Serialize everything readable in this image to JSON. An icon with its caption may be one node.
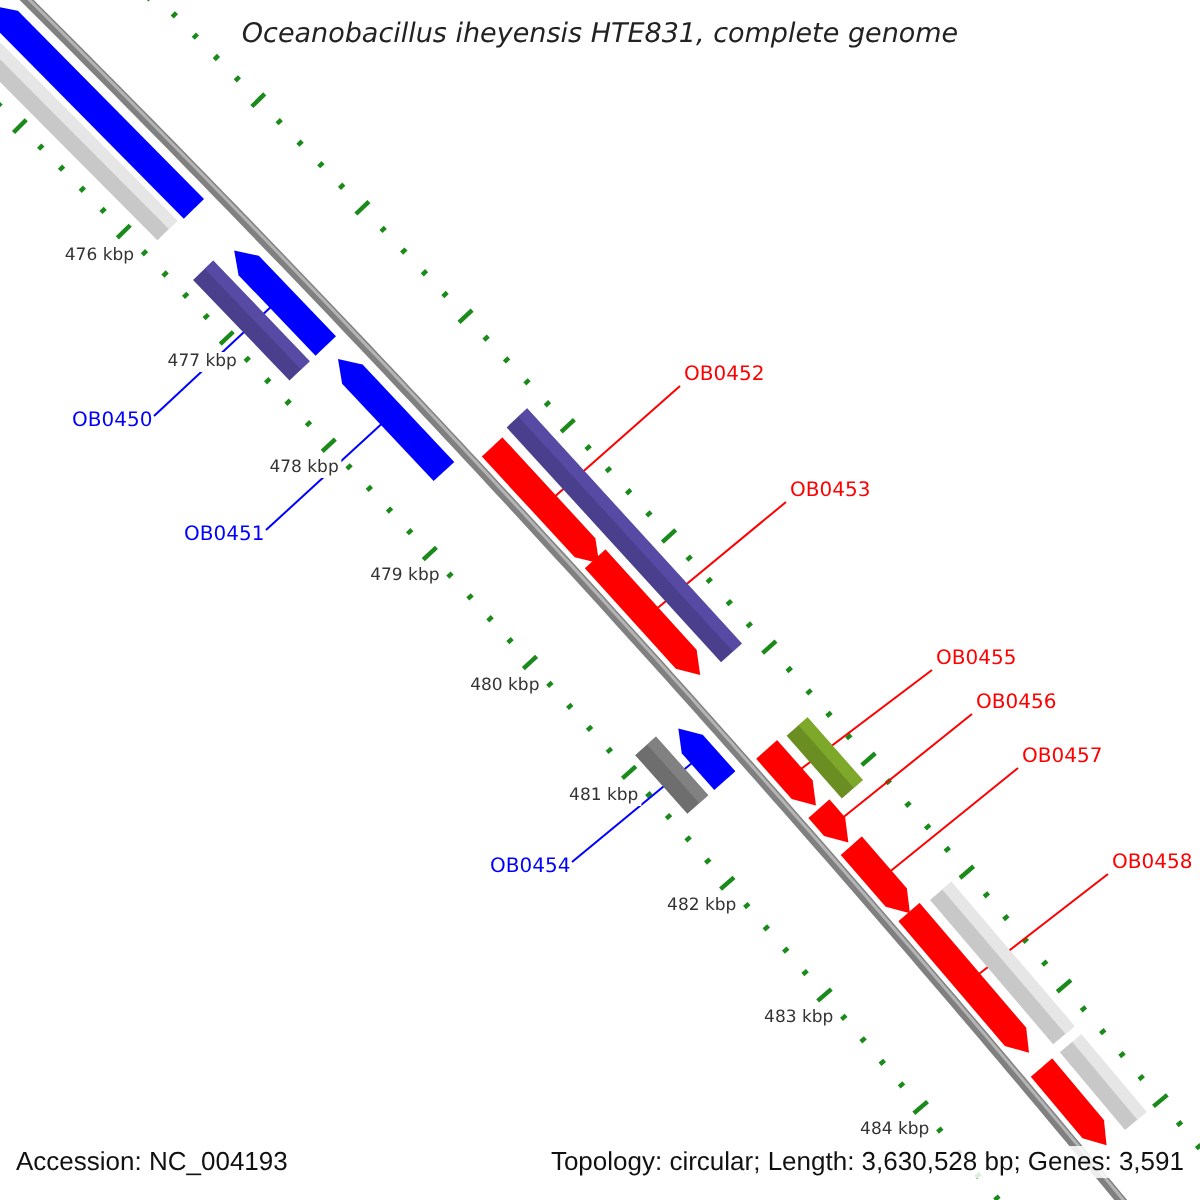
{
  "diagram": {
    "title": "Oceanobacillus iheyensis HTE831, complete genome",
    "nodes": [
      {
        "text": [
          "OB0450"
        ]
      },
      {
        "text": [
          "OB0451"
        ]
      },
      {
        "text": [
          "OB0452"
        ]
      },
      {
        "text": [
          "OB0453"
        ]
      },
      {
        "text": [
          "OB0454"
        ]
      },
      {
        "text": [
          "OB0455"
        ]
      },
      {
        "text": [
          "OB0456"
        ]
      },
      {
        "text": [
          "OB0457"
        ]
      },
      {
        "text": [
          "OB0458"
        ]
      },
      {
        "text": [],
        "shape": "arrow"
      },
      {
        "text": [],
        "shape": "bar"
      },
      {
        "text": [],
        "shape": "arrow"
      },
      {
        "text": [],
        "shape": "bar"
      },
      {
        "text": [],
        "shape": "arrow"
      },
      {
        "text": [],
        "shape": "bar"
      },
      {
        "text": [],
        "shape": "arrow"
      },
      {
        "text": [],
        "shape": "arrow"
      },
      {
        "text": [],
        "shape": "bar"
      },
      {
        "text": [],
        "shape": "arrow"
      },
      {
        "text": [],
        "shape": "bar"
      },
      {
        "text": [],
        "shape": "arrow"
      },
      {
        "text": [],
        "shape": "arrow"
      },
      {
        "text": [],
        "shape": "arrow"
      },
      {
        "text": [],
        "shape": "arrow"
      },
      {
        "text": [],
        "shape": "bar"
      },
      {
        "text": [],
        "shape": "arrow"
      },
      {
        "text": [],
        "shape": "bar"
      }
    ],
    "edges": [
      {
        "from": 0,
        "to": 11,
        "arrow": "none",
        "color": "#0000ff"
      },
      {
        "from": 1,
        "to": 13,
        "arrow": "none",
        "color": "#0000ff"
      },
      {
        "from": 2,
        "to": 15,
        "arrow": "none"
      },
      {
        "from": 3,
        "to": 16,
        "arrow": "none"
      },
      {
        "from": 4,
        "to": 18,
        "arrow": "none",
        "color": "#0000ff"
      },
      {
        "from": 5,
        "to": 20,
        "arrow": "none"
      },
      {
        "from": 6,
        "to": 21,
        "arrow": "none"
      },
      {
        "from": 7,
        "to": 22,
        "arrow": "none"
      },
      {
        "from": 8,
        "to": 23,
        "arrow": "none"
      }
    ],
    "labels": [
      "476 kbp",
      "477 kbp",
      "478 kbp",
      "479 kbp",
      "480 kbp",
      "481 kbp",
      "482 kbp",
      "483 kbp",
      "484 kbp",
      "Accession: NC_004193",
      "Topology: circular; Length: 3,630,528 bp; Genes: 3,591"
    ]
  }
}
